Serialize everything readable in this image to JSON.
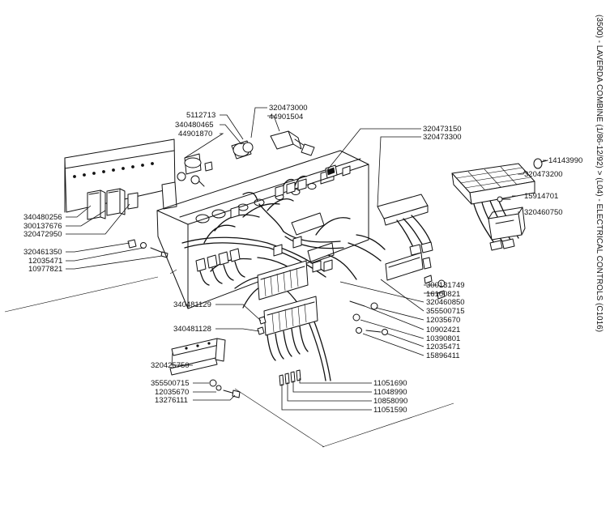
{
  "side_title": "(3500) - LAVERDA COMBINE (1/86-12/92) > (L04) - ELECTRICAL CONTROLS (C1016)",
  "labels": {
    "p5112713": "5112713",
    "p340480465": "340480465",
    "p44901870": "44901870",
    "p320473000": "320473000",
    "p44901504": "44901504",
    "p320473150": "320473150",
    "p320473300": "320473300",
    "p14143990": "14143990",
    "p320473200": "320473200",
    "p15914701": "15914701",
    "p320460750": "320460750",
    "p340480256": "340480256",
    "p300137676": "300137676",
    "p320472950": "320472950",
    "p320461350": "320461350",
    "p12035471a": "12035471",
    "p10977821": "10977821",
    "p300131749": "300131749",
    "p16100821": "16100821",
    "p320460850": "320460850",
    "p355500715a": "355500715",
    "p12035670a": "12035670",
    "p10902421": "10902421",
    "p10390801": "10390801",
    "p12035471b": "12035471",
    "p15896411": "15896411",
    "p340481129": "340481129",
    "p340481128": "340481128",
    "p320425750": "320425750",
    "p355500715b": "355500715",
    "p12035670b": "12035670",
    "p13276111": "13276111",
    "p11051690": "11051690",
    "p11048990": "11048990",
    "p10858090": "10858090",
    "p11051590": "11051590"
  }
}
